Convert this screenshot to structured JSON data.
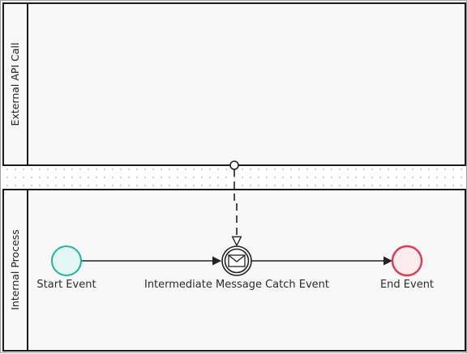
{
  "pools": [
    {
      "id": "external",
      "label": "External API Call"
    },
    {
      "id": "internal",
      "label": "Internal Process"
    }
  ],
  "events": {
    "start": {
      "label": "Start Event",
      "color": "#22b59f",
      "fill": "#e2f6f2"
    },
    "intermediate": {
      "label": "Intermediate Message Catch Event",
      "icon": "envelope-icon"
    },
    "end": {
      "label": "End Event",
      "color": "#e0394f",
      "fill": "#fdecee"
    }
  },
  "flows": {
    "sequence": [
      "start->intermediate",
      "intermediate->end"
    ],
    "message": [
      "external->intermediate"
    ]
  }
}
